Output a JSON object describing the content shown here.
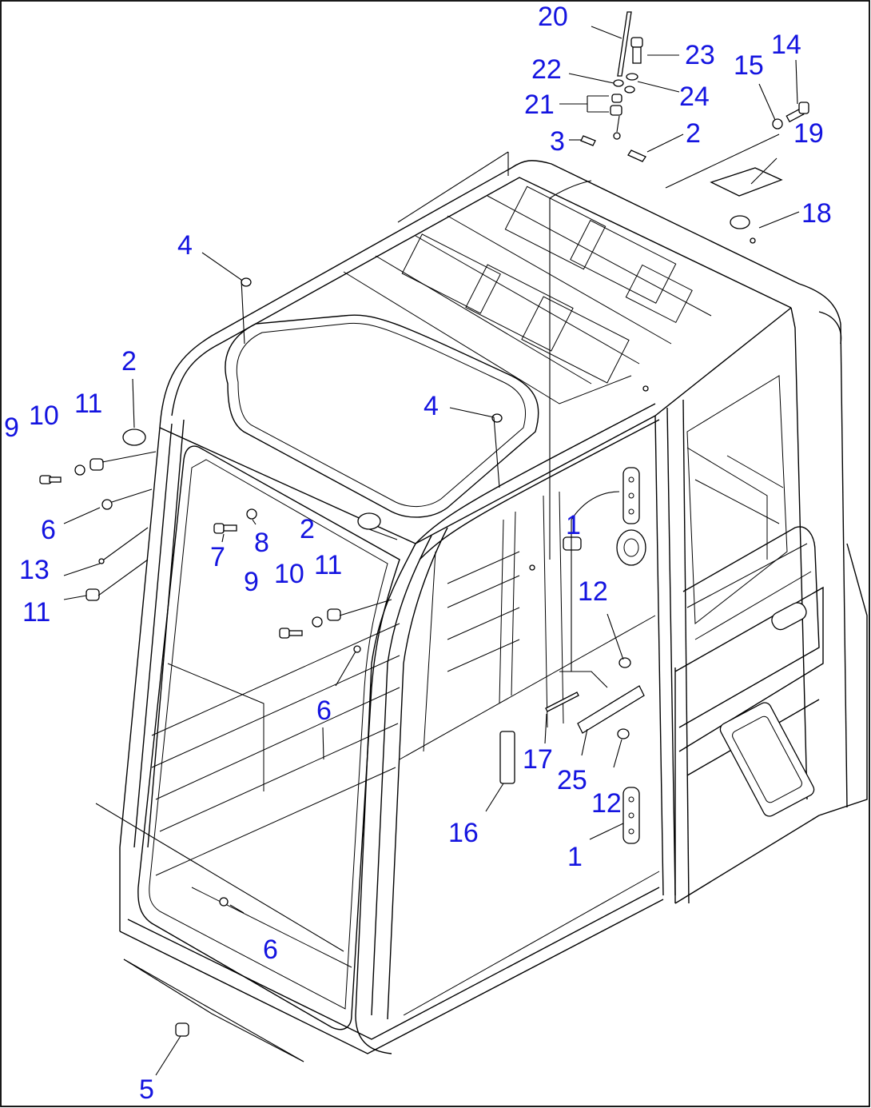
{
  "diagram": {
    "callouts": [
      {
        "id": "c20",
        "label": "20"
      },
      {
        "id": "c23",
        "label": "23"
      },
      {
        "id": "c14",
        "label": "14"
      },
      {
        "id": "c15",
        "label": "15"
      },
      {
        "id": "c22",
        "label": "22"
      },
      {
        "id": "c24",
        "label": "24"
      },
      {
        "id": "c21",
        "label": "21"
      },
      {
        "id": "c3",
        "label": "3"
      },
      {
        "id": "c2a",
        "label": "2"
      },
      {
        "id": "c19",
        "label": "19"
      },
      {
        "id": "c18",
        "label": "18"
      },
      {
        "id": "c4a",
        "label": "4"
      },
      {
        "id": "c2b",
        "label": "2"
      },
      {
        "id": "c4b",
        "label": "4"
      },
      {
        "id": "c9a",
        "label": "9"
      },
      {
        "id": "c10a",
        "label": "10"
      },
      {
        "id": "c11a",
        "label": "11"
      },
      {
        "id": "c6a",
        "label": "6"
      },
      {
        "id": "c7",
        "label": "7"
      },
      {
        "id": "c8",
        "label": "8"
      },
      {
        "id": "c2c",
        "label": "2"
      },
      {
        "id": "c1a",
        "label": "1"
      },
      {
        "id": "c13",
        "label": "13"
      },
      {
        "id": "c11b",
        "label": "11"
      },
      {
        "id": "c9b",
        "label": "9"
      },
      {
        "id": "c10b",
        "label": "10"
      },
      {
        "id": "c11c",
        "label": "11"
      },
      {
        "id": "c12a",
        "label": "12"
      },
      {
        "id": "c6b",
        "label": "6"
      },
      {
        "id": "c6c",
        "label": "6"
      },
      {
        "id": "c17",
        "label": "17"
      },
      {
        "id": "c25",
        "label": "25"
      },
      {
        "id": "c12b",
        "label": "12"
      },
      {
        "id": "c16",
        "label": "16"
      },
      {
        "id": "c1b",
        "label": "1"
      },
      {
        "id": "c6d",
        "label": "6"
      },
      {
        "id": "c5",
        "label": "5"
      }
    ]
  }
}
